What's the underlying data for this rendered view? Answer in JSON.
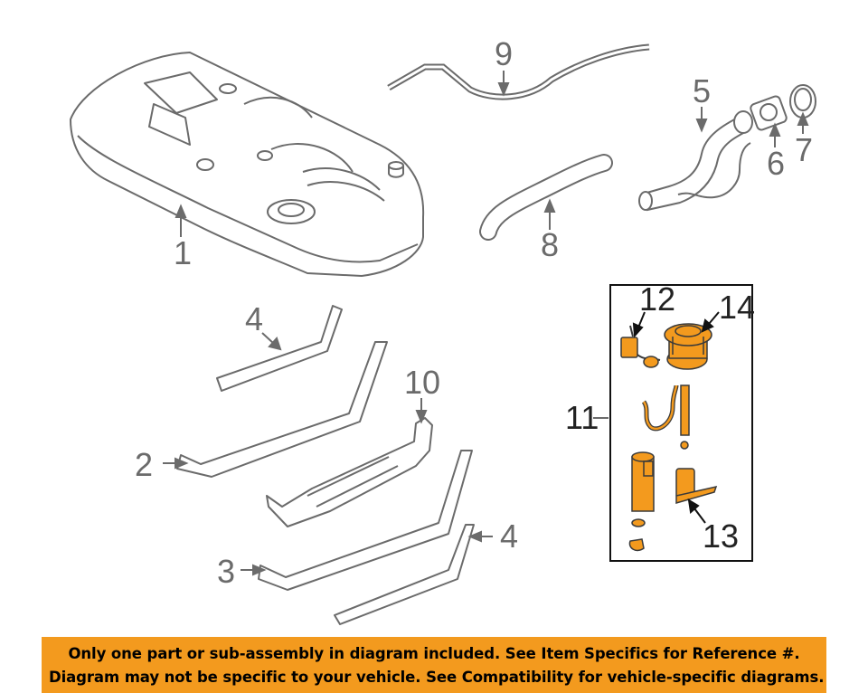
{
  "colors": {
    "line": "#6b6b6b",
    "part_fill": "#ffffff",
    "highlight_part": "#f39a1e",
    "highlight_outline": "#3a3a3a",
    "box_outline": "#111111",
    "banner_bg": "#f39a1e",
    "banner_text": "#000000"
  },
  "callouts": {
    "c1": "1",
    "c2": "2",
    "c3": "3",
    "c4a": "4",
    "c4b": "4",
    "c5": "5",
    "c6": "6",
    "c7": "7",
    "c8": "8",
    "c9": "9",
    "c10": "10",
    "c11": "11",
    "c12": "12",
    "c13": "13",
    "c14": "14"
  },
  "banner": {
    "line1": "Only one part or sub-assembly in diagram included. See Item Specifics for Reference #.",
    "line2": "Diagram may not be specific to your vehicle. See Compatibility for vehicle-specific diagrams."
  }
}
